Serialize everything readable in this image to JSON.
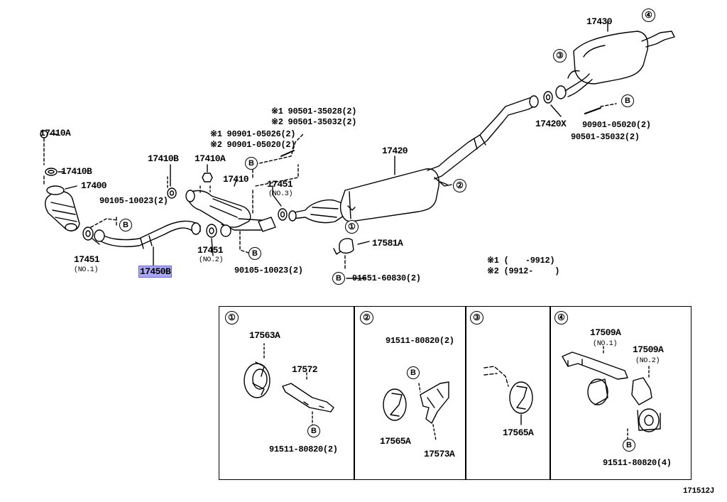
{
  "labels": {
    "p17430": "17430",
    "p17420": "17420",
    "p17420X": "17420X",
    "p17410": "17410",
    "p17410A_left": "17410A",
    "p17410B_left": "17410B",
    "p17400": "17400",
    "p17410B_mid": "17410B",
    "p17410A_mid": "17410A",
    "p17451_no1": "17451",
    "no1": "(NO.1)",
    "p17450B": "17450B",
    "p17451_no2": "17451",
    "no2": "(NO.2)",
    "p17451_no3": "17451",
    "no3": "(NO.3)",
    "p90105_top": "90105-10023(2)",
    "p90105_bot": "90105-10023(2)",
    "bolt_note1": "※1 90901-05026(2)",
    "bolt_note2": "※2 90901-05020(2)",
    "spring_note1": "※1 90501-35028(2)",
    "spring_note2": "※2 90501-35032(2)",
    "p17581A": "17581A",
    "p91651": "91651-60830(2)",
    "p90901_right": "90901-05020(2)",
    "p90501_right": "90501-35032(2)",
    "footnote1": "※1 (　　-9912)",
    "footnote2": "※2 (9912-　　 )",
    "drawing_id": "171512J"
  },
  "callouts": {
    "c1": "①",
    "c2": "②",
    "c3": "③",
    "c4": "④",
    "B": "B"
  },
  "panels": {
    "p1": {
      "num": "①",
      "part_a": "17563A",
      "part_b": "17572",
      "bolt": "91511-80820(2)"
    },
    "p2": {
      "num": "②",
      "bolt": "91511-80820(2)",
      "part_a": "17565A",
      "part_b": "17573A"
    },
    "p3": {
      "num": "③",
      "part_a": "17565A"
    },
    "p4": {
      "num": "④",
      "part_a": "17509A",
      "note_a": "(NO.1)",
      "part_b": "17509A",
      "note_b": "(NO.2)",
      "bolt": "91511-80820(4)"
    }
  }
}
